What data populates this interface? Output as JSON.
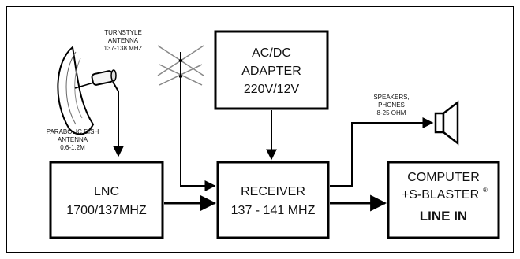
{
  "diagram": {
    "adapter": {
      "line1": "AC/DC",
      "line2": "ADAPTER",
      "line3": "220V/12V"
    },
    "lnc": {
      "line1": "LNC",
      "line2": "1700/137MHZ"
    },
    "receiver": {
      "line1": "RECEIVER",
      "line2": "137 - 141 MHZ"
    },
    "computer": {
      "line1": "COMPUTER",
      "line2": "+S-BLASTER",
      "trademark": "®",
      "line3": "LINE IN"
    },
    "turnstyle": {
      "line1": "TURNSTYLE",
      "line2": "ANTENNA",
      "line3": "137-138 MHZ"
    },
    "dish": {
      "line1": "PARABOLIC DISH",
      "line2": "ANTENNA",
      "line3": "0,6-1,2M"
    },
    "speakers": {
      "line1": "SPEAKERS,",
      "line2": "PHONES",
      "line3": "8-25 OHM"
    }
  }
}
